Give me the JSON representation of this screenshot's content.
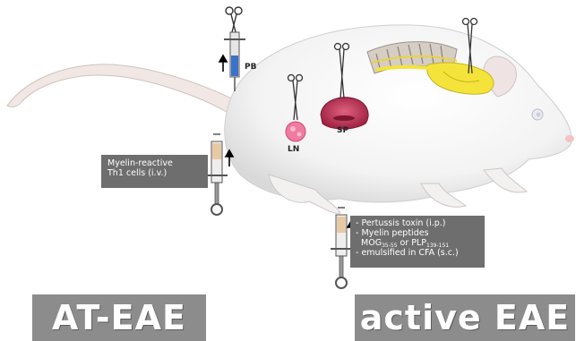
{
  "organs": {
    "pb": "PB",
    "ln": "LN",
    "sp": "SP"
  },
  "at_eae_box": {
    "line1": "Myelin-reactive",
    "line2": "Th1 cells (i.v.)"
  },
  "active_eae_box": {
    "line1": "- Pertussis toxin (i.p.)",
    "line2": "- Myelin peptides",
    "line3_a": "MOG",
    "line3_a_sub": "35-55",
    "line3_b": " or PLP",
    "line3_b_sub": "139-151",
    "line4": "- emulsified in CFA (s.c.)"
  },
  "labels": {
    "at_eae": "AT-EAE",
    "active_eae": "active EAE"
  },
  "colors": {
    "box_bg": "#6e6e6e",
    "label_bg": "#8c8c8c",
    "spleen": "#b0304e",
    "lymph_node": "#f07aa0",
    "spinal_cord": "#f2e034",
    "blood_fill": "#3a72c9"
  }
}
